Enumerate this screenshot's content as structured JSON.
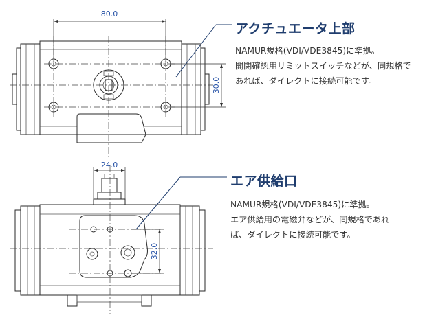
{
  "sections": [
    {
      "title": "アクチュエータ上部",
      "lines": [
        "NAMUR規格(VDI/VDE3845)に準拠。",
        "開閉確認用リミットスイッチなどが、同規格で",
        "あれば、ダイレクトに接続可能です。"
      ]
    },
    {
      "title": "エア供給口",
      "lines": [
        "NAMUR規格(VDI/VDE3845)に準拠。",
        "エア供給用の電磁弁などが、同規格であれ",
        "ば、ダイレクトに接続可能です。"
      ]
    }
  ],
  "dimensions": {
    "top_width": "80.0",
    "top_height": "30.0",
    "bottom_width": "24.0",
    "bottom_height": "32.0"
  },
  "colors": {
    "heading": "#1f3d6e",
    "dimension": "#2a55a8",
    "text": "#333333"
  }
}
